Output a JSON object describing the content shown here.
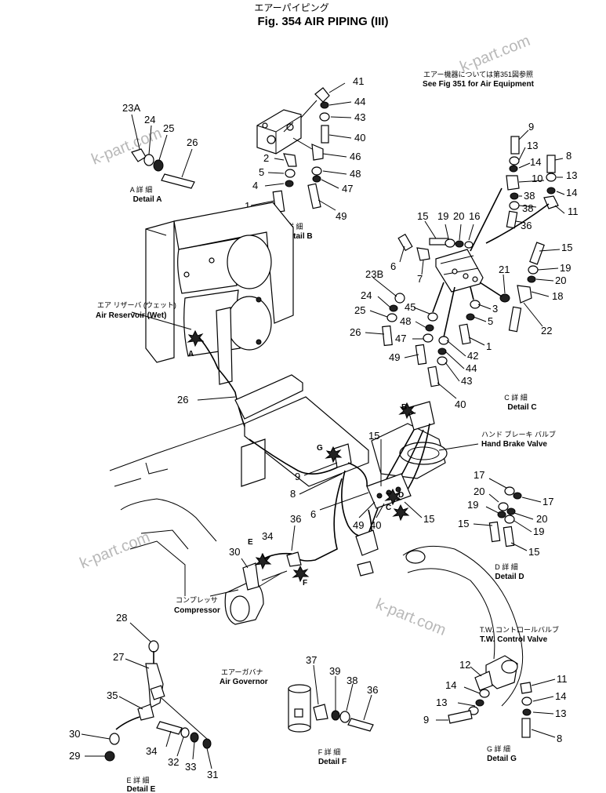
{
  "title": {
    "jp": "エアーパイピング",
    "en": "Fig. 354  AIR PIPING (III)"
  },
  "note": {
    "jp": "エアー機器については第351図参照",
    "en": "See Fig 351 for Air Equipment"
  },
  "watermark": "k-part.com",
  "components": {
    "air_reservoir": {
      "jp": "エア  リザーバ  (ウェット)",
      "en": "Air Reservoir (Wet)"
    },
    "hand_brake_valve": {
      "jp": "ハンド ブレーキ バルブ",
      "en": "Hand Brake Valve"
    },
    "compressor": {
      "jp": "コンプレッサ",
      "en": "Compressor"
    },
    "air_governor": {
      "jp": "エアーガバナ",
      "en": "Air Governor"
    },
    "tw_control_valve": {
      "jp": "T.W. コントロールバルブ",
      "en": "T.W. Control Valve"
    }
  },
  "details": {
    "A": {
      "jp": "A  詳  細",
      "en": "Detail  A"
    },
    "B": {
      "jp": "B  詳  細",
      "en": "Detail  B"
    },
    "C": {
      "jp": "C  詳  細",
      "en": "Detail  C"
    },
    "D": {
      "jp": "D  詳  細",
      "en": "Detail  D"
    },
    "E": {
      "jp": "E  詳  細",
      "en": "Detail  E"
    },
    "F": {
      "jp": "F  詳  細",
      "en": "Detail  F"
    },
    "G": {
      "jp": "G  詳  細",
      "en": "Detail  G"
    }
  },
  "detail_letters": [
    "A",
    "B",
    "C",
    "D",
    "E",
    "F",
    "G"
  ],
  "callouts": {
    "detail_a": [
      "23A",
      "24",
      "25",
      "26"
    ],
    "detail_b": [
      "41",
      "44",
      "43",
      "40",
      "2",
      "46",
      "5",
      "48",
      "4",
      "47",
      "1",
      "49"
    ],
    "detail_c": [
      "9",
      "13",
      "14",
      "10",
      "8",
      "13",
      "14",
      "11",
      "38",
      "38",
      "36",
      "15",
      "19",
      "20",
      "16",
      "6",
      "7",
      "15",
      "19",
      "20",
      "18",
      "21",
      "22",
      "23B",
      "24",
      "45",
      "25",
      "48",
      "3",
      "5",
      "26",
      "47",
      "1",
      "49",
      "42",
      "44",
      "43",
      "40"
    ],
    "main": [
      "26",
      "15",
      "9",
      "8",
      "6",
      "49",
      "40",
      "15",
      "34",
      "30",
      "36"
    ],
    "detail_d": [
      "17",
      "20",
      "17",
      "19",
      "20",
      "15",
      "19",
      "15"
    ],
    "detail_e": [
      "28",
      "27",
      "35",
      "30",
      "34",
      "32",
      "33",
      "31",
      "29"
    ],
    "detail_f": [
      "37",
      "39",
      "38",
      "36"
    ],
    "detail_g": [
      "12",
      "11",
      "14",
      "14",
      "13",
      "13",
      "9",
      "8"
    ]
  }
}
